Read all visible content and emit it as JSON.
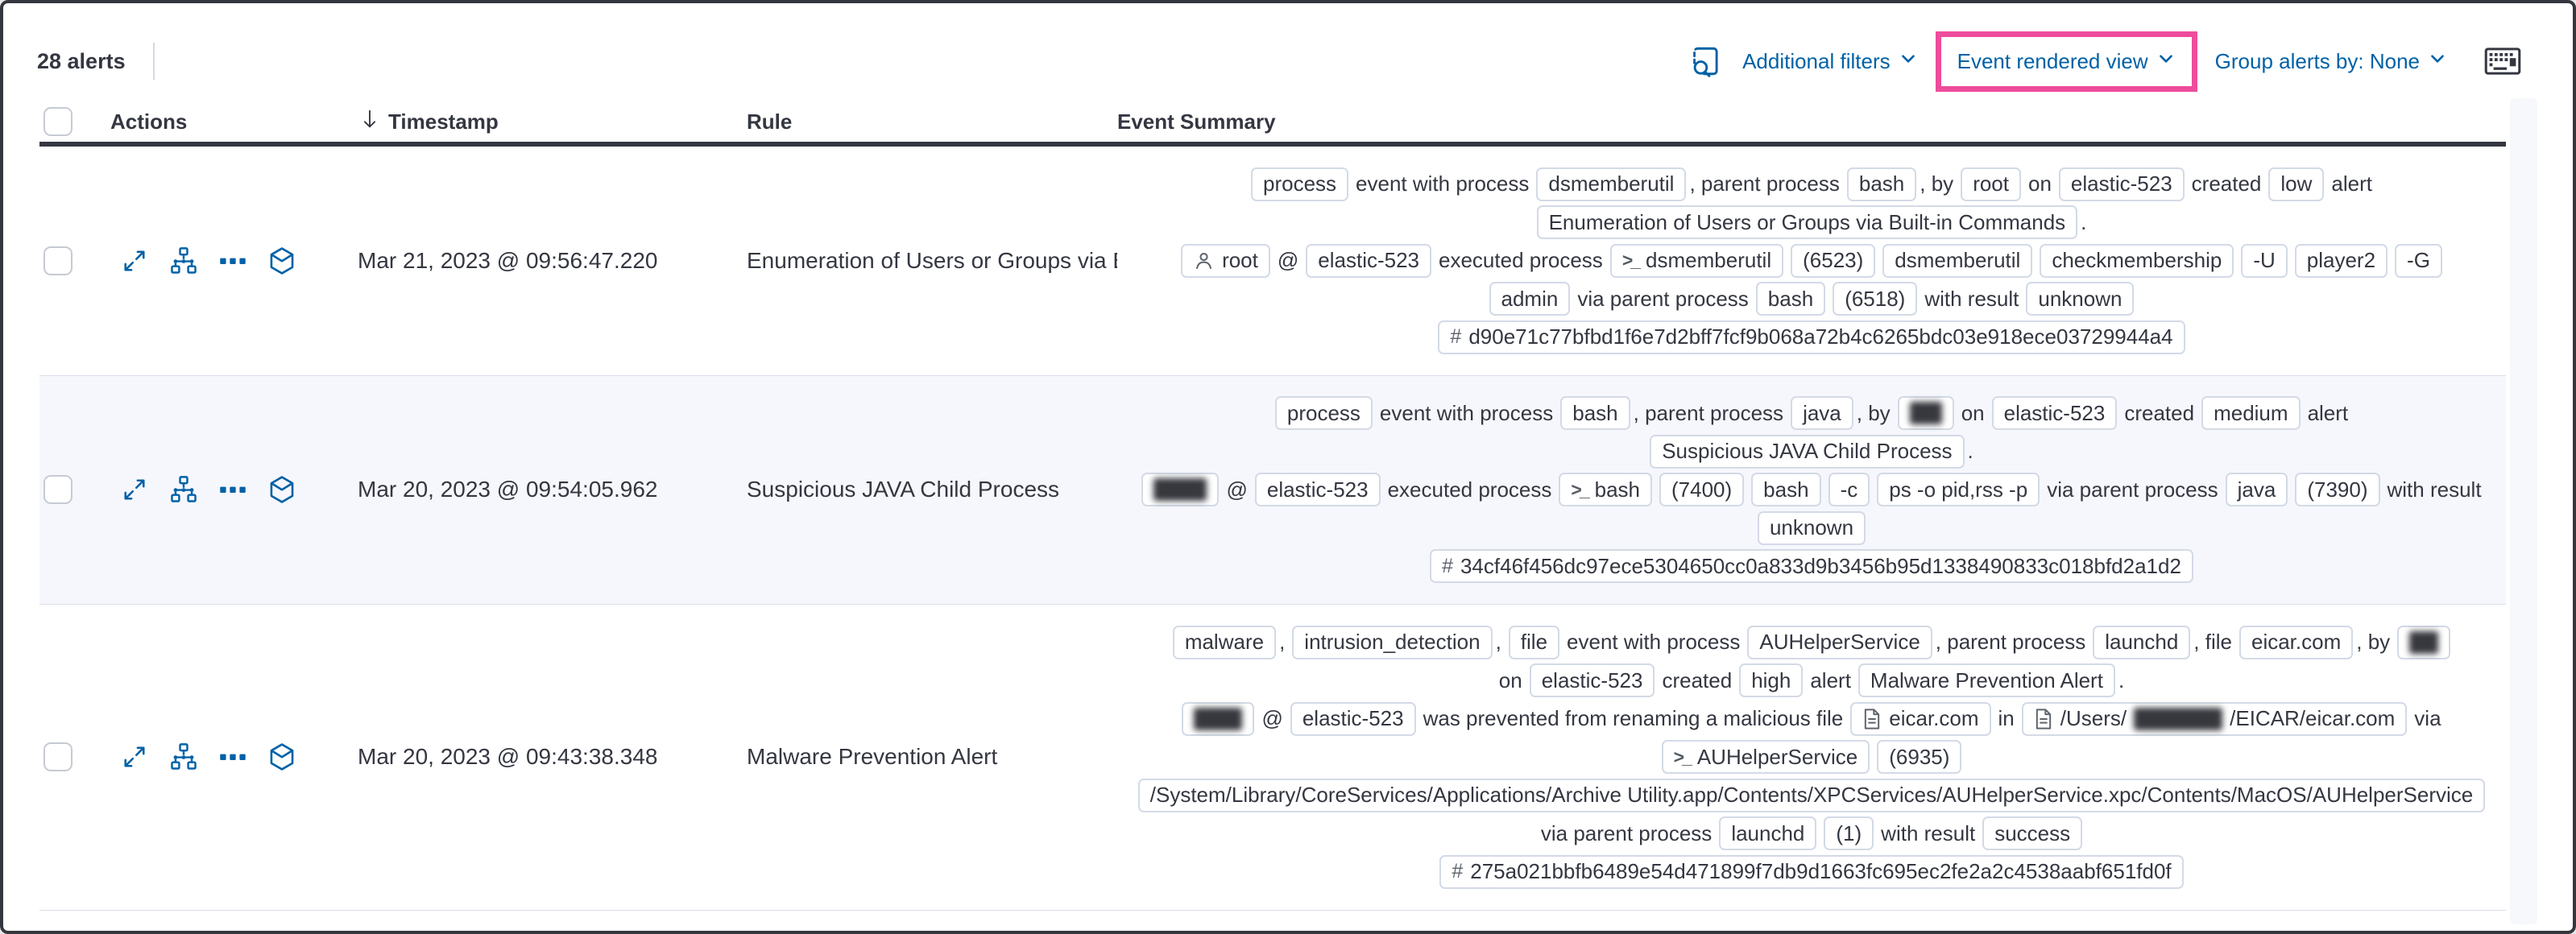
{
  "toolbar": {
    "alerts_count": "28 alerts",
    "additional_filters_label": "Additional filters",
    "view_selector_label": "Event rendered view",
    "group_by_label": "Group alerts by: None",
    "highlight_color": "#ee4c9c",
    "link_color": "#0061a6",
    "icons": [
      "inspect-icon",
      "keyboard-icon",
      "chevron-down-icon"
    ]
  },
  "table": {
    "columns": [
      {
        "label": "Actions"
      },
      {
        "label": "Timestamp",
        "sorted": "desc",
        "sort_icon": "sort-down-icon"
      },
      {
        "label": "Rule"
      },
      {
        "label": "Event Summary"
      }
    ],
    "row_actions": [
      "expand-icon",
      "analyze-event-icon",
      "more-actions-icon",
      "session-view-icon"
    ],
    "rows": [
      {
        "timestamp": "Mar 21, 2023 @ 09:56:47.220",
        "rule": "Enumeration of Users or Groups via Bui",
        "summary_lines": [
          [
            {
              "type": "badge",
              "text": "process"
            },
            {
              "type": "text",
              "text": "event with process"
            },
            {
              "type": "badge",
              "text": "dsmemberutil"
            },
            {
              "type": "text",
              "text": ", parent process"
            },
            {
              "type": "badge",
              "text": "bash"
            },
            {
              "type": "text",
              "text": ", by"
            },
            {
              "type": "badge",
              "text": "root"
            },
            {
              "type": "text",
              "text": "on"
            },
            {
              "type": "badge",
              "text": "elastic-523"
            },
            {
              "type": "text",
              "text": "created"
            },
            {
              "type": "badge",
              "text": "low"
            },
            {
              "type": "text",
              "text": "alert"
            }
          ],
          [
            {
              "type": "badge",
              "text": "Enumeration of Users or Groups via Built-in Commands"
            },
            {
              "type": "text",
              "text": "."
            }
          ],
          [
            {
              "type": "badge",
              "icon": "user-icon",
              "text": "root"
            },
            {
              "type": "text",
              "text": "@"
            },
            {
              "type": "badge",
              "text": "elastic-523"
            },
            {
              "type": "text",
              "text": "executed process"
            },
            {
              "type": "badge",
              "icon": "terminal-icon",
              "text": "dsmemberutil"
            },
            {
              "type": "badge",
              "text": "(6523)"
            },
            {
              "type": "badge",
              "text": "dsmemberutil"
            },
            {
              "type": "badge",
              "text": "checkmembership"
            },
            {
              "type": "badge",
              "text": "-U"
            },
            {
              "type": "badge",
              "text": "player2"
            },
            {
              "type": "badge",
              "text": "-G"
            }
          ],
          [
            {
              "type": "badge",
              "text": "admin"
            },
            {
              "type": "text",
              "text": "via parent process"
            },
            {
              "type": "badge",
              "text": "bash"
            },
            {
              "type": "badge",
              "text": "(6518)"
            },
            {
              "type": "text",
              "text": "with result"
            },
            {
              "type": "badge",
              "text": "unknown"
            }
          ],
          [
            {
              "type": "badge",
              "icon": "hash-icon",
              "text": "d90e71c77bfbd1f6e7d2bff7fcf9b068a72b4c6265bdc03e918ece03729944a4"
            }
          ]
        ]
      },
      {
        "timestamp": "Mar 20, 2023 @ 09:54:05.962",
        "rule": "Suspicious JAVA Child Process",
        "summary_lines": [
          [
            {
              "type": "badge",
              "text": "process"
            },
            {
              "type": "text",
              "text": "event with process"
            },
            {
              "type": "badge",
              "text": "bash"
            },
            {
              "type": "text",
              "text": ", parent process"
            },
            {
              "type": "badge",
              "text": "java"
            },
            {
              "type": "text",
              "text": ", by"
            },
            {
              "type": "badge",
              "redacted": true,
              "redact_width": 40
            },
            {
              "type": "text",
              "text": "on"
            },
            {
              "type": "badge",
              "text": "elastic-523"
            },
            {
              "type": "text",
              "text": "created"
            },
            {
              "type": "badge",
              "text": "medium"
            },
            {
              "type": "text",
              "text": "alert"
            }
          ],
          [
            {
              "type": "badge",
              "text": "Suspicious JAVA Child Process"
            },
            {
              "type": "text",
              "text": "."
            }
          ],
          [
            {
              "type": "badge",
              "redacted": true,
              "redact_width": 66
            },
            {
              "type": "text",
              "text": "@"
            },
            {
              "type": "badge",
              "text": "elastic-523"
            },
            {
              "type": "text",
              "text": "executed process"
            },
            {
              "type": "badge",
              "icon": "terminal-icon",
              "text": "bash"
            },
            {
              "type": "badge",
              "text": "(7400)"
            },
            {
              "type": "badge",
              "text": "bash"
            },
            {
              "type": "badge",
              "text": "-c"
            },
            {
              "type": "badge",
              "text": "ps -o pid,rss -p"
            },
            {
              "type": "text",
              "text": "via parent process"
            },
            {
              "type": "badge",
              "text": "java"
            },
            {
              "type": "badge",
              "text": "(7390)"
            },
            {
              "type": "text",
              "text": "with result"
            }
          ],
          [
            {
              "type": "badge",
              "text": "unknown"
            }
          ],
          [
            {
              "type": "badge",
              "icon": "hash-icon",
              "text": "34cf46f456dc97ece5304650cc0a833d9b3456b95d1338490833c018bfd2a1d2"
            }
          ]
        ]
      },
      {
        "timestamp": "Mar 20, 2023 @ 09:43:38.348",
        "rule": "Malware Prevention Alert",
        "summary_lines": [
          [
            {
              "type": "badge",
              "text": "malware"
            },
            {
              "type": "text",
              "text": ","
            },
            {
              "type": "badge",
              "text": "intrusion_detection"
            },
            {
              "type": "text",
              "text": ","
            },
            {
              "type": "badge",
              "text": "file"
            },
            {
              "type": "text",
              "text": "event with process"
            },
            {
              "type": "badge",
              "text": "AUHelperService"
            },
            {
              "type": "text",
              "text": ", parent process"
            },
            {
              "type": "badge",
              "text": "launchd"
            },
            {
              "type": "text",
              "text": ", file"
            },
            {
              "type": "badge",
              "text": "eicar.com"
            },
            {
              "type": "text",
              "text": ", by"
            },
            {
              "type": "badge",
              "redacted": true,
              "redact_width": 36
            }
          ],
          [
            {
              "type": "text",
              "text": "on"
            },
            {
              "type": "badge",
              "text": "elastic-523"
            },
            {
              "type": "text",
              "text": "created"
            },
            {
              "type": "badge",
              "text": "high"
            },
            {
              "type": "text",
              "text": "alert"
            },
            {
              "type": "badge",
              "text": "Malware Prevention Alert"
            },
            {
              "type": "text",
              "text": "."
            }
          ],
          [
            {
              "type": "badge",
              "redacted": true,
              "redact_width": 60
            },
            {
              "type": "text",
              "text": "@"
            },
            {
              "type": "badge",
              "text": "elastic-523"
            },
            {
              "type": "text",
              "text": "was prevented from renaming a malicious file"
            },
            {
              "type": "badge",
              "icon": "file-icon",
              "text": "eicar.com"
            },
            {
              "type": "text",
              "text": "in"
            },
            {
              "type": "badge",
              "icon": "file-icon",
              "pre": "/Users/",
              "redacted": true,
              "redact_width": 110,
              "post": "/EICAR/eicar.com"
            },
            {
              "type": "text",
              "text": "via"
            }
          ],
          [
            {
              "type": "badge",
              "icon": "terminal-icon",
              "text": "AUHelperService"
            },
            {
              "type": "badge",
              "text": "(6935)"
            }
          ],
          [
            {
              "type": "badge",
              "text": "/System/Library/CoreServices/Applications/Archive Utility.app/Contents/XPCServices/AUHelperService.xpc/Contents/MacOS/AUHelperService"
            }
          ],
          [
            {
              "type": "text",
              "text": "via parent process"
            },
            {
              "type": "badge",
              "text": "launchd"
            },
            {
              "type": "badge",
              "text": "(1)"
            },
            {
              "type": "text",
              "text": "with result"
            },
            {
              "type": "badge",
              "text": "success"
            }
          ],
          [
            {
              "type": "badge",
              "icon": "hash-icon",
              "text": "275a021bbfb6489e54d471899f7db9d1663fc695ec2fe2a2c4538aabf651fd0f"
            }
          ]
        ]
      }
    ]
  }
}
